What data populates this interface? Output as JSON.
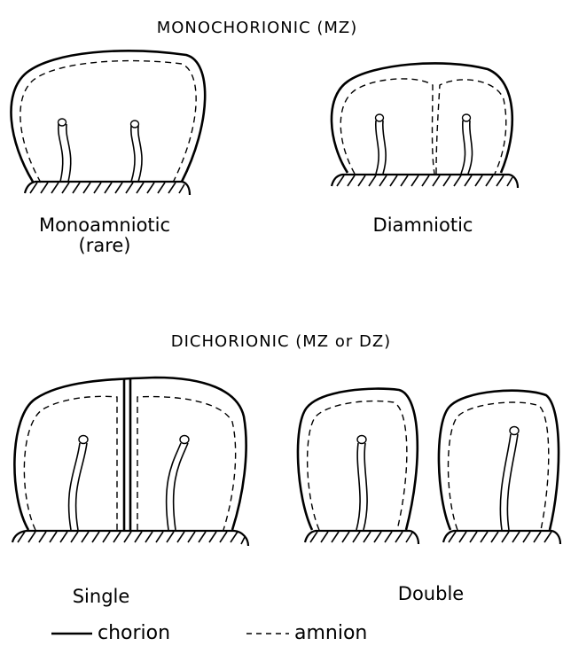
{
  "headers": {
    "monochorionic": "MONOCHORIONIC   (MZ)",
    "dichorionic": "DICHORIONIC (MZ or DZ)"
  },
  "labels": {
    "monoamniotic_line1": "Monoamniotic",
    "monoamniotic_line2": "(rare)",
    "diamniotic": "Diamniotic",
    "single": "Single",
    "double": "Double"
  },
  "legend": {
    "chorion": "chorion",
    "amnion": "amnion"
  }
}
